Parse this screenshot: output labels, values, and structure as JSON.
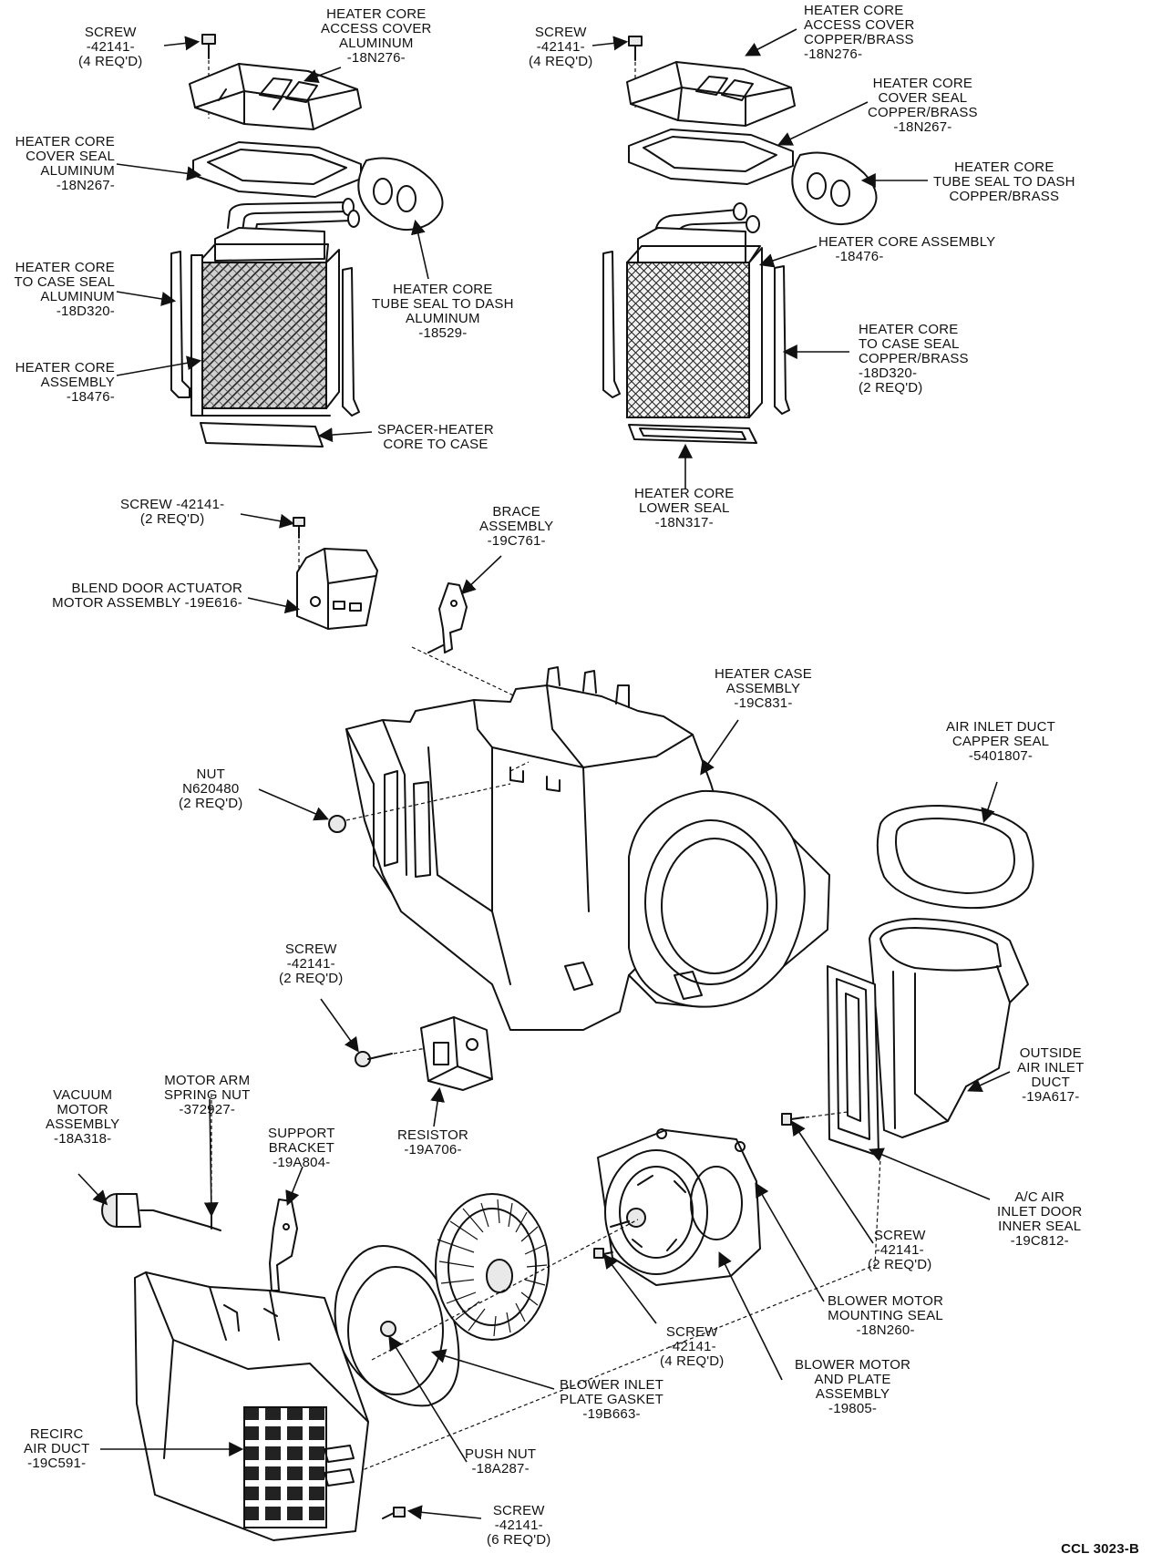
{
  "labels": {
    "screw_al": [
      "SCREW",
      "-42141-",
      "(4 REQ'D)"
    ],
    "access_cover_al": [
      "HEATER CORE",
      "ACCESS COVER",
      "ALUMINUM",
      "-18N276-"
    ],
    "screw_cu": [
      "SCREW",
      "-42141-",
      "(4 REQ'D)"
    ],
    "access_cover_cu": [
      "HEATER CORE",
      "ACCESS COVER",
      "COPPER/BRASS",
      "-18N276-"
    ],
    "cover_seal_al": [
      "HEATER CORE",
      "COVER SEAL",
      "ALUMINUM",
      "-18N267-"
    ],
    "cover_seal_cu": [
      "HEATER CORE",
      "COVER SEAL",
      "COPPER/BRASS",
      "-18N267-"
    ],
    "tube_seal_cu": [
      "HEATER CORE",
      "TUBE SEAL TO DASH",
      "COPPER/BRASS"
    ],
    "core_assy_cu": [
      "HEATER CORE ASSEMBLY",
      "-18476-"
    ],
    "case_seal_al": [
      "HEATER CORE",
      "TO CASE SEAL",
      "ALUMINUM",
      "-18D320-"
    ],
    "tube_seal_al": [
      "HEATER CORE",
      "TUBE SEAL TO DASH",
      "ALUMINUM",
      "-18529-"
    ],
    "core_assy_al": [
      "HEATER CORE",
      "ASSEMBLY",
      "-18476-"
    ],
    "case_seal_cu": [
      "HEATER CORE",
      "TO CASE SEAL",
      "COPPER/BRASS",
      "-18D320-",
      "(2 REQ'D)"
    ],
    "spacer": [
      "SPACER-HEATER",
      "CORE TO CASE"
    ],
    "lower_seal": [
      "HEATER CORE",
      "LOWER SEAL",
      "-18N317-"
    ],
    "screw_actuator": [
      "SCREW -42141-",
      "(2 REQ'D)"
    ],
    "brace": [
      "BRACE",
      "ASSEMBLY",
      "-19C761-"
    ],
    "actuator": [
      "BLEND DOOR ACTUATOR",
      "MOTOR ASSEMBLY -19E616-"
    ],
    "heater_case": [
      "HEATER CASE",
      "ASSEMBLY",
      "-19C831-"
    ],
    "capper_seal": [
      "AIR INLET DUCT",
      "CAPPER SEAL",
      "-5401807-"
    ],
    "nut": [
      "NUT",
      "N620480",
      "(2 REQ'D)"
    ],
    "screw_resistor": [
      "SCREW",
      "-42141-",
      "(2 REQ'D)"
    ],
    "outside_duct": [
      "OUTSIDE",
      "AIR INLET",
      "DUCT",
      "-19A617-"
    ],
    "vacuum_motor": [
      "VACUUM",
      "MOTOR",
      "ASSEMBLY",
      "-18A318-"
    ],
    "spring_nut": [
      "MOTOR ARM",
      "SPRING NUT",
      "-372927-"
    ],
    "support_bracket": [
      "SUPPORT",
      "BRACKET",
      "-19A804-"
    ],
    "resistor": [
      "RESISTOR",
      "-19A706-"
    ],
    "door_seal": [
      "A/C AIR",
      "INLET DOOR",
      "INNER SEAL",
      "-19C812-"
    ],
    "screw_duct": [
      "SCREW",
      "-42141-",
      "(2 REQ'D)"
    ],
    "mounting_seal": [
      "BLOWER MOTOR",
      "MOUNTING SEAL",
      "-18N260-"
    ],
    "screw_motor": [
      "SCREW",
      "-42141-",
      "(4 REQ'D)"
    ],
    "motor_plate": [
      "BLOWER MOTOR",
      "AND PLATE",
      "ASSEMBLY",
      "-19805-"
    ],
    "gasket": [
      "BLOWER INLET",
      "PLATE GASKET",
      "-19B663-"
    ],
    "recirc": [
      "RECIRC",
      "AIR DUCT",
      "-19C591-"
    ],
    "push_nut": [
      "PUSH NUT",
      "-18A287-"
    ],
    "screw_recirc": [
      "SCREW",
      "-42141-",
      "(6 REQ'D)"
    ],
    "figure_code": [
      "CCL 3023-B"
    ]
  }
}
